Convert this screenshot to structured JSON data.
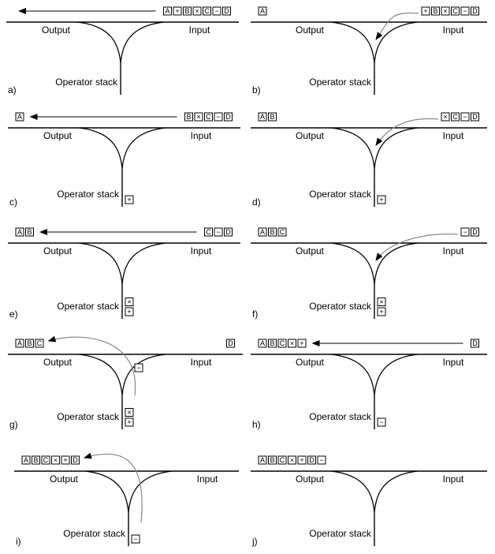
{
  "labels": {
    "output": "Output",
    "input": "Input",
    "stack": "Operator stack"
  },
  "panels": [
    {
      "id": "a)",
      "output": [],
      "input": [
        "A",
        "+",
        "B",
        "×",
        "C",
        "−",
        "D"
      ],
      "stack": [],
      "move": "input-to-output"
    },
    {
      "id": "b)",
      "output": [
        "A"
      ],
      "input": [
        "+",
        "B",
        "×",
        "C",
        "−",
        "D"
      ],
      "stack": [],
      "move": "input-to-stack"
    },
    {
      "id": "c)",
      "output": [
        "A"
      ],
      "input": [
        "B",
        "×",
        "C",
        "−",
        "D"
      ],
      "stack": [
        "+"
      ],
      "move": "input-to-output"
    },
    {
      "id": "d)",
      "output": [
        "A",
        "B"
      ],
      "input": [
        "×",
        "C",
        "−",
        "D"
      ],
      "stack": [
        "+"
      ],
      "move": "input-to-stack"
    },
    {
      "id": "e)",
      "output": [
        "A",
        "B"
      ],
      "input": [
        "C",
        "−",
        "D"
      ],
      "stack": [
        "×",
        "+"
      ],
      "move": "input-to-output"
    },
    {
      "id": "f)",
      "output": [
        "A",
        "B",
        "C"
      ],
      "input": [
        "−",
        "D"
      ],
      "stack": [
        "×",
        "+"
      ],
      "move": "input-to-stack"
    },
    {
      "id": "g)",
      "output": [
        "A",
        "B",
        "C"
      ],
      "input": [
        "D"
      ],
      "stack": [
        "×",
        "+"
      ],
      "move": "stack-to-output",
      "pending": "−"
    },
    {
      "id": "h)",
      "output": [
        "A",
        "B",
        "C",
        "×",
        "+"
      ],
      "input": [
        "D"
      ],
      "stack": [
        "−"
      ],
      "move": "input-to-output"
    },
    {
      "id": "i)",
      "output": [
        "A",
        "B",
        "C",
        "×",
        "+",
        "D"
      ],
      "input": [],
      "stack": [
        "−"
      ],
      "move": "stack-to-output"
    },
    {
      "id": "j)",
      "output": [
        "A",
        "B",
        "C",
        "×",
        "+",
        "D",
        "−"
      ],
      "input": [],
      "stack": [],
      "move": "none"
    }
  ]
}
